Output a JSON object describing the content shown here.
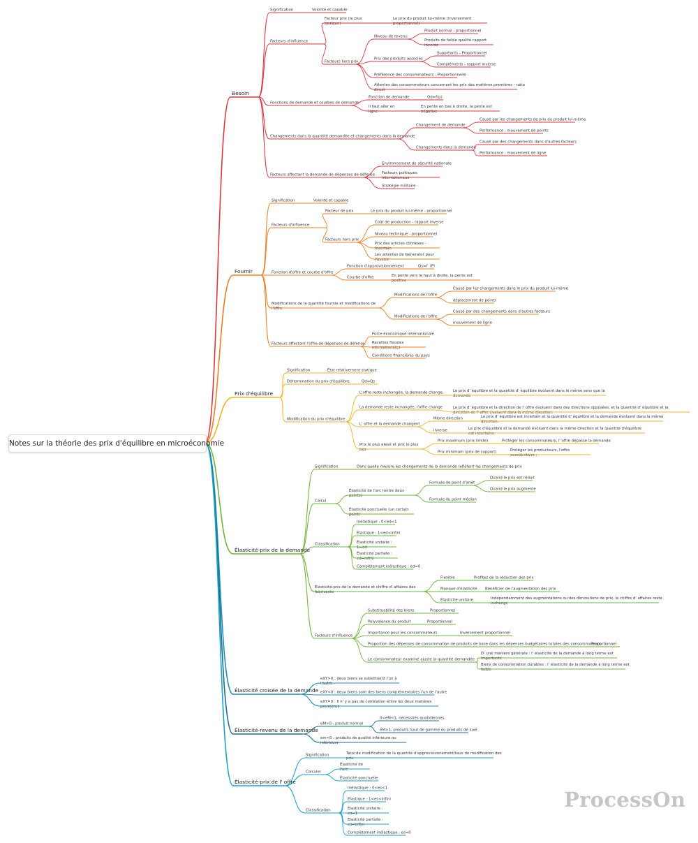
{
  "root": "Notes sur la théorie des prix d'équilibre en microéconomie",
  "watermark": "ProcessOn",
  "colors": {
    "besoin": "#e0353f",
    "fournir": "#ef7d22",
    "equilibre": "#f2b321",
    "elasticite_demande": "#72b43b",
    "croisee": "#1a8fb7",
    "revenu": "#1a6f8a",
    "offre": "#1ba1c9"
  },
  "branches": [
    {
      "label": "Besoin",
      "color": "besoin",
      "children": [
        {
          "label": "Signification",
          "children": [
            {
              "label": "Volonté et capable"
            }
          ]
        },
        {
          "label": "Facteurs d'influence",
          "children": [
            {
              "label": "Facteur prix (le plus basique)",
              "children": [
                {
                  "label": "Le prix du produit lui-même (inversement proportionnel)"
                }
              ]
            },
            {
              "label": "Facteurs hors prix",
              "children": [
                {
                  "label": "Niveau de revenu",
                  "children": [
                    {
                      "label": "Produit normal - proportionnel"
                    },
                    {
                      "label": "Produits de faible qualité-rapport inverse"
                    }
                  ]
                },
                {
                  "label": "Prix des produits associés",
                  "children": [
                    {
                      "label": "Suppléants - Proportionnel"
                    },
                    {
                      "label": "Compléments - rapport inverse"
                    }
                  ]
                },
                {
                  "label": "Préférence des consommateurs - Proportionnelle"
                },
                {
                  "label": "Attentes des consommateurs concernant les prix des matières premières - ratio direct"
                }
              ]
            }
          ]
        },
        {
          "label": "Fonctions de demande et courbes de demande",
          "children": [
            {
              "label": "Fonction de demande",
              "children": [
                {
                  "label": "Qd=f(p)"
                }
              ]
            },
            {
              "label": "Il faut aller en ligne",
              "children": [
                {
                  "label": "En pente en bas à droite, la pente est négative"
                }
              ]
            }
          ]
        },
        {
          "label": "Changements dans la quantité demandée et changements dans la demande",
          "children": [
            {
              "label": "Changement de demande",
              "children": [
                {
                  "label": "Causé par les changements de prix du produit lui-même"
                },
                {
                  "label": "Performance : mouvement de points"
                }
              ]
            },
            {
              "label": "Changements dans la demande",
              "children": [
                {
                  "label": "Causé par des changements dans d'autres facteurs"
                },
                {
                  "label": "Performance : mouvement de ligne"
                }
              ]
            }
          ]
        },
        {
          "label": "Facteurs affectant la demande de dépenses de défense",
          "children": [
            {
              "label": "Environnement de sécurité nationale"
            },
            {
              "label": "Facteurs politiques internationaux"
            },
            {
              "label": "Stratégie militaire"
            }
          ]
        }
      ]
    },
    {
      "label": "Fournir",
      "color": "fournir",
      "children": [
        {
          "label": "Signification",
          "children": [
            {
              "label": "Volonté et capable"
            }
          ]
        },
        {
          "label": "Facteurs d'influence",
          "children": [
            {
              "label": "Facteur de prix",
              "children": [
                {
                  "label": "Le prix du produit lui-même - proportionnel"
                }
              ]
            },
            {
              "label": "Facteurs hors prix",
              "children": [
                {
                  "label": "Coût de production - rapport inverse"
                },
                {
                  "label": "Niveau technique - proportionnel"
                },
                {
                  "label": "Prix des articles connexes - Incertain"
                },
                {
                  "label": "Les attentes de Generator pour l'avenir"
                }
              ]
            }
          ]
        },
        {
          "label": "Fonction d'offre et courbe d'offre",
          "children": [
            {
              "label": "Fonction d'approvisionnement",
              "children": [
                {
                  "label": "Qs=f（P）"
                }
              ]
            },
            {
              "label": "Courbe d'offre",
              "children": [
                {
                  "label": "En pente vers le haut à droite, la pente est positive"
                }
              ]
            }
          ]
        },
        {
          "label": "Modifications de la quantité fournie et modifications de l'offre",
          "children": [
            {
              "label": "Modifications de l'offre",
              "children": [
                {
                  "label": "Causé par les changements dans le prix du produit lui-même"
                },
                {
                  "label": "déplacement de points"
                }
              ]
            },
            {
              "label": "Modifications de l'offre",
              "children": [
                {
                  "label": "Causé par des changements dans d'autres facteurs"
                },
                {
                  "label": "mouvement de ligne"
                }
              ]
            }
          ]
        },
        {
          "label": "Facteurs affectant l'offre de dépenses de défense",
          "children": [
            {
              "label": "Force économique internationale"
            },
            {
              "label": "Recettes fiscales internationales"
            },
            {
              "label": "Conditions financières du pays"
            }
          ]
        }
      ]
    },
    {
      "label": "Prix d'équilibre",
      "color": "equilibre",
      "children": [
        {
          "label": "Signification",
          "children": [
            {
              "label": "État relativement statique"
            }
          ]
        },
        {
          "label": "Détermination du prix d'équilibre",
          "children": [
            {
              "label": "Qd=Qs"
            }
          ]
        },
        {
          "label": "Modification du prix d'équilibre",
          "children": [
            {
              "label": "L'offre reste inchangée, la demande change",
              "children": [
                {
                  "label": "Le prix d' équilibre et la quantité d' équilibre évoluent dans le même sens que la demande"
                }
              ]
            },
            {
              "label": "La demande reste inchangée, l'offre change",
              "children": [
                {
                  "label": "Le prix d' équilibre et la direction de l' offre évoluent dans des directions opposées, et la quantité d' équilibre et la direction de l' offre évoluent dans la même direction."
                }
              ]
            },
            {
              "label": "L' offre et la demande changent",
              "children": [
                {
                  "label": "Même direction",
                  "children": [
                    {
                      "label": "Le prix d' équilibre est incertain et la quantité d' équilibre et la demande évoluent dans la même direction."
                    }
                  ]
                },
                {
                  "label": "inverse",
                  "children": [
                    {
                      "label": "Le prix d'équilibre et la demande évoluent dans la même direction et la quantité d'équilibre est incertaine."
                    }
                  ]
                }
              ]
            },
            {
              "label": "Prix le plus élevé et prix le plus bas",
              "children": [
                {
                  "label": "Prix maximum (prix limite)",
                  "children": [
                    {
                      "label": "Protéger les consommateurs, l' offre dépasse la demande"
                    }
                  ]
                },
                {
                  "label": "Prix minimum (prix de support)",
                  "children": [
                    {
                      "label": "Protéger les producteurs, l'offre excédentaire ;"
                    }
                  ]
                }
              ]
            }
          ]
        }
      ]
    },
    {
      "label": "Élasticité-prix de la demande",
      "color": "elasticite_demande",
      "children": [
        {
          "label": "Signification",
          "children": [
            {
              "label": "Dans quelle mesure les changements de la demande reflètent les changements de prix"
            }
          ]
        },
        {
          "label": "Calcul",
          "children": [
            {
              "label": "Élasticité de l'arc (entre deux points)",
              "children": [
                {
                  "label": "Formule de point d'arrêt",
                  "children": [
                    {
                      "label": "Quand le prix est réduit"
                    },
                    {
                      "label": "Quand le prix augmente"
                    }
                  ]
                },
                {
                  "label": "Formule du point médian"
                }
              ]
            },
            {
              "label": "Élasticité ponctuelle (un certain point)"
            }
          ]
        },
        {
          "label": "Classification",
          "children": [
            {
              "label": "Inélastique : 0<ed<1"
            },
            {
              "label": "Élastique : 1<ed<infini"
            },
            {
              "label": "Élasticité unitaire : 1=ed"
            },
            {
              "label": "Élasticité parfaite : ed=infini"
            },
            {
              "label": "Complètement inélastique : ed=0"
            }
          ]
        },
        {
          "label": "Élasticité-prix de la demande et chiffre d' affaires des fabricants",
          "children": [
            {
              "label": "Flexible",
              "children": [
                {
                  "label": "Profitez de la réduction des prix"
                }
              ]
            },
            {
              "label": "Manque d'élasticité",
              "children": [
                {
                  "label": "Bénéficier de l'augmentation des prix"
                }
              ]
            },
            {
              "label": "Élasticité unitaire",
              "children": [
                {
                  "label": "Indépendamment des augmentations ou des diminutions de prix, le chiffre d' affaires reste inchangé"
                }
              ]
            }
          ]
        },
        {
          "label": "Facteurs d'influence",
          "children": [
            {
              "label": "Substituabilité des biens",
              "children": [
                {
                  "label": "Proportionnel"
                }
              ]
            },
            {
              "label": "Polyvalence du produit",
              "children": [
                {
                  "label": "Proportionnel"
                }
              ]
            },
            {
              "label": "Importance pour les consommateurs",
              "children": [
                {
                  "label": "Inversement proportionnel"
                }
              ]
            },
            {
              "label": "Proportion des dépenses de consommation de produits de base dans les dépenses budgétaires totales des consommateurs",
              "children": [
                {
                  "label": "Proportionnel"
                }
              ]
            },
            {
              "label": "Le consommateur examiné ajuste la quantité demandée",
              "children": [
                {
                  "label": "D' une manière générale : l' élasticité de la demande à long terme est importante"
                },
                {
                  "label": "Biens de consommation durables : l' élasticité de la demande à long terme est faible"
                }
              ]
            }
          ]
        }
      ]
    },
    {
      "label": "Élasticité croisée de la demande",
      "color": "croisee",
      "children": [
        {
          "label": "eXY>0 : deux biens se substituent l'un à l'autre"
        },
        {
          "label": "eXY<0 : deux biens sont des biens complémentaires l'un de l'autre"
        },
        {
          "label": "eXY=0 : Il n' y a pas de corrélation entre les deux matières premières"
        }
      ]
    },
    {
      "label": "Élasticité-revenu de la demande",
      "color": "revenu",
      "children": [
        {
          "label": "eM>0 : produit normal",
          "children": [
            {
              "label": "0<eM<1, nécessités quotidiennes"
            },
            {
              "label": "eM>1, produits haut de gamme ou produits de luxe"
            }
          ]
        },
        {
          "label": "em<0 : produits de qualité inférieure ou inférieurs"
        }
      ]
    },
    {
      "label": "Élasticité-prix de l' offre",
      "color": "offre",
      "children": [
        {
          "label": "Signification",
          "children": [
            {
              "label": "Taux de modification de la quantité d'approvisionnement/taux de modification des prix"
            }
          ]
        },
        {
          "label": "Calculer",
          "children": [
            {
              "label": "Élasticité de l'arc"
            },
            {
              "label": "Élasticité ponctuelle"
            }
          ]
        },
        {
          "label": "Classification",
          "children": [
            {
              "label": "Inélastique : 0<es<1"
            },
            {
              "label": "Élastique : 1<es<infini"
            },
            {
              "label": "Élasticité unitaire : es=1"
            },
            {
              "label": "Élasticité parfaite : es=infini"
            },
            {
              "label": "Complètement inélastique : es=0"
            }
          ]
        }
      ]
    }
  ]
}
